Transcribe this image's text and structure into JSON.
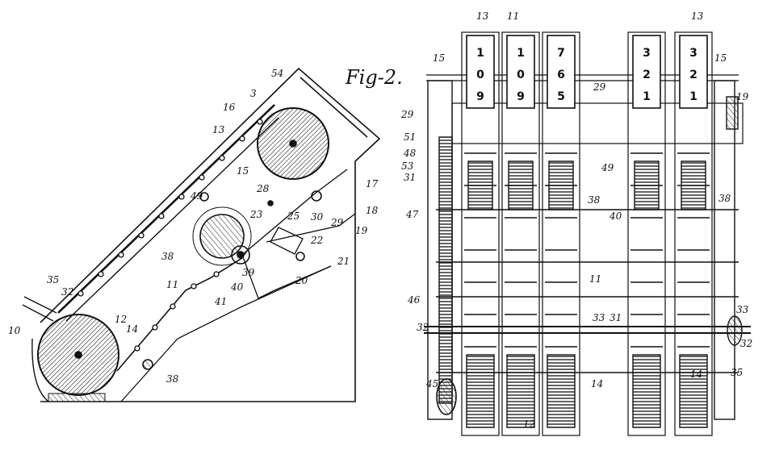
{
  "figure_title": "Fig-2.",
  "left_view": {
    "labels": [
      "54",
      "3",
      "16",
      "13",
      "15",
      "17",
      "28",
      "49",
      "18",
      "23",
      "25",
      "30",
      "29",
      "19",
      "22",
      "38",
      "21",
      "39",
      "20",
      "11",
      "40",
      "41",
      "35",
      "32",
      "12",
      "14",
      "10",
      "38"
    ]
  },
  "right_view": {
    "labels": [
      "13",
      "11",
      "13",
      "15",
      "15",
      "29",
      "29",
      "19",
      "51",
      "48",
      "53",
      "31",
      "47",
      "38",
      "49",
      "38",
      "40",
      "11",
      "46",
      "33",
      "31",
      "33",
      "32",
      "32",
      "45",
      "35",
      "14",
      "14",
      "12"
    ],
    "wheel_digits": {
      "col1": [
        "1",
        "0",
        "9"
      ],
      "col2": [
        "1",
        "0",
        "9"
      ],
      "col3": [
        "7",
        "6",
        "5"
      ],
      "col4": [
        "3",
        "2",
        "1"
      ],
      "col5": [
        "3",
        "2",
        "1"
      ]
    }
  }
}
